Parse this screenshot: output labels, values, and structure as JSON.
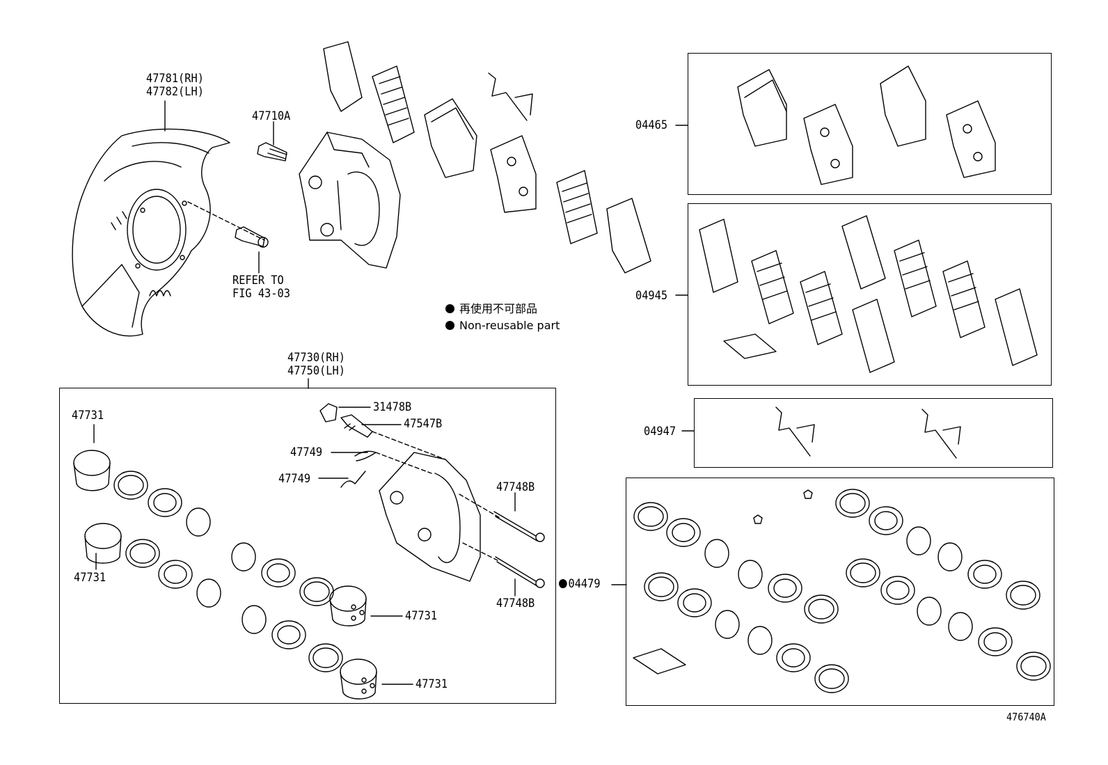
{
  "labels": {
    "shield_rh": "47781(RH)",
    "shield_lh": "47782(LH)",
    "bolt": "47710A",
    "refer_1": "REFER TO",
    "refer_2": "FIG 43-03",
    "assy_rh": "47730(RH)",
    "assy_lh": "47750(LH)",
    "piston_a": "47731",
    "piston_b": "47731",
    "piston_c": "47731",
    "piston_d": "47731",
    "cap": "31478B",
    "bleeder": "47547B",
    "clip_a": "47749",
    "clip_b": "47749",
    "pin_a": "47748B",
    "pin_b": "47748B",
    "seal_kit": "04479",
    "pad_kit": "04465",
    "shim_kit": "04945",
    "spring_kit": "04947",
    "figure_no": "476740A"
  },
  "legend": {
    "japanese": "再使用不可部品",
    "english": "Non-reusable part"
  }
}
